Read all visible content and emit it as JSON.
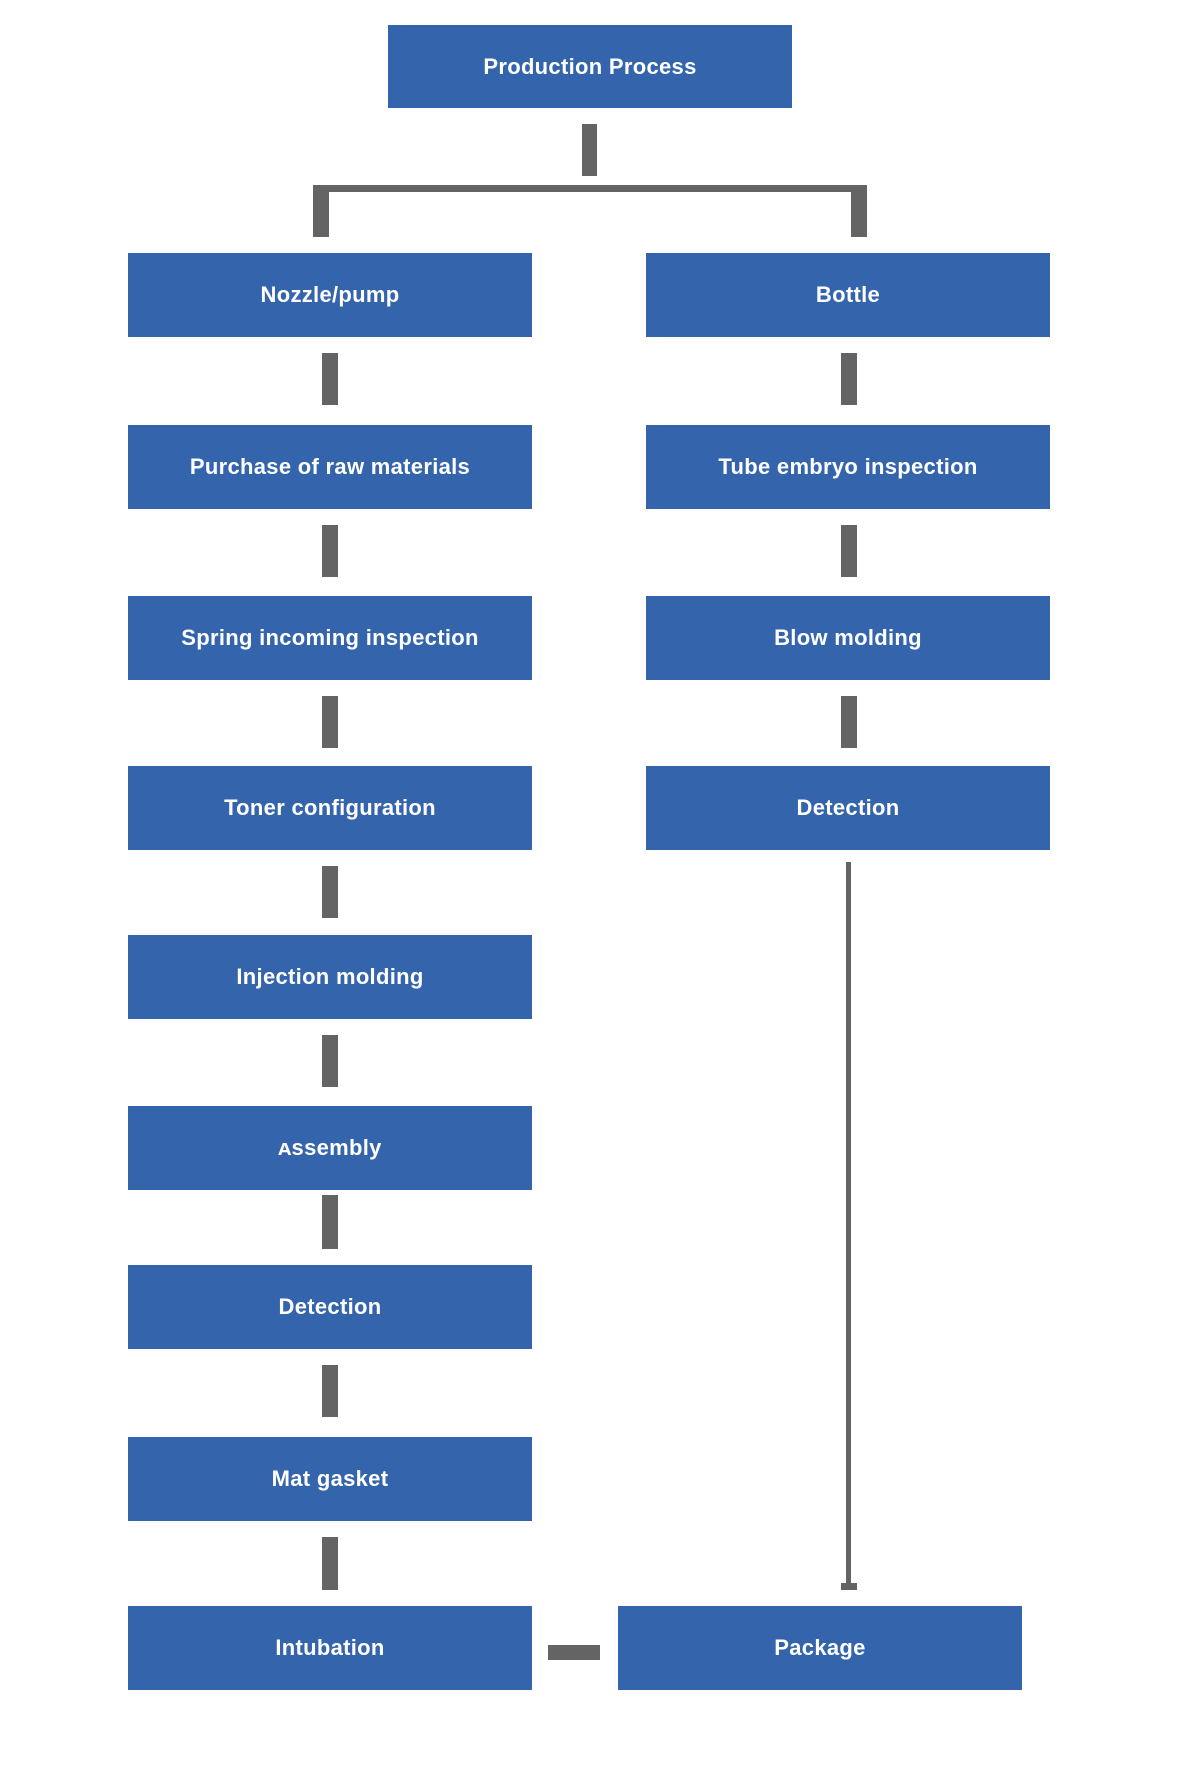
{
  "diagram": {
    "type": "flowchart",
    "root": {
      "label": "Production Process"
    },
    "left_branch": {
      "nodes": [
        {
          "label": "Nozzle/pump"
        },
        {
          "label": "Purchase of raw materials"
        },
        {
          "label": "Spring incoming inspection"
        },
        {
          "label": "Toner configuration"
        },
        {
          "label": "Injection molding"
        },
        {
          "label": "ᴀssembly"
        },
        {
          "label": "Detection"
        },
        {
          "label": "Mat gasket"
        },
        {
          "label": "Intubation"
        }
      ]
    },
    "right_branch": {
      "nodes": [
        {
          "label": "Bottle"
        },
        {
          "label": "Tube embryo inspection"
        },
        {
          "label": "Blow molding"
        },
        {
          "label": "Detection"
        }
      ]
    },
    "merge_node": {
      "label": "Package"
    }
  },
  "colors": {
    "node_fill": "#3465ac",
    "node_text": "#ffffff",
    "connector": "#646464",
    "background": "#ffffff"
  }
}
